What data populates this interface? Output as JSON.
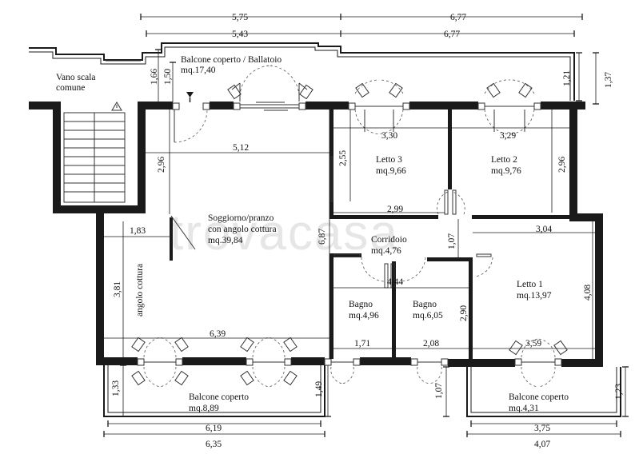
{
  "watermark": "trovacasa",
  "rooms": {
    "ballatoio_name": "Balcone coperto / Ballatoio",
    "ballatoio_area": "mq.17,40",
    "vano_line1": "Vano scala",
    "vano_line2": "comune",
    "letto3_name": "Letto 3",
    "letto3_area": "mq.9,66",
    "letto2_name": "Letto 2",
    "letto2_area": "mq.9,76",
    "soggiorno_line1": "Soggiorno/pranzo",
    "soggiorno_line2": "con angolo cottura",
    "soggiorno_area": "mq.39,84",
    "corridoio_name": "Corridoio",
    "corridoio_area": "mq.4,76",
    "angolo_cottura": "angolo cottura",
    "bagno1_name": "Bagno",
    "bagno1_area": "mq.4,96",
    "bagno2_name": "Bagno",
    "bagno2_area": "mq.6,05",
    "letto1_name": "Letto 1",
    "letto1_area": "mq.13,97",
    "balcone_left_name": "Balcone coperto",
    "balcone_left_area": "mq.8,89",
    "balcone_right_name": "Balcone coperto",
    "balcone_right_area": "mq.4,31"
  },
  "dimensions": {
    "top1_left": "5,75",
    "top1_right": "6,77",
    "top2_left": "5,43",
    "top2_right": "6,77",
    "d_166": "1,66",
    "d_150": "1,50",
    "d_121": "1,21",
    "d_137": "1,37",
    "d_330": "3,30",
    "d_329": "3,29",
    "d_296_left": "2,96",
    "d_512": "5,12",
    "d_255": "2,55",
    "d_296_right": "2,96",
    "d_299": "2,99",
    "d_183": "1,83",
    "d_687": "6,87",
    "d_107_mid": "1,07",
    "d_304": "3,04",
    "d_444": "4,44",
    "d_381": "3,81",
    "d_408": "4,08",
    "d_290": "2,90",
    "d_639": "6,39",
    "d_171": "1,71",
    "d_208": "2,08",
    "d_359": "3,59",
    "d_133": "1,33",
    "d_149": "1,49",
    "d_107_bottom": "1,07",
    "d_123": "1,23",
    "d_619": "6,19",
    "d_635": "6,35",
    "d_375": "3,75",
    "d_407": "4,07"
  }
}
